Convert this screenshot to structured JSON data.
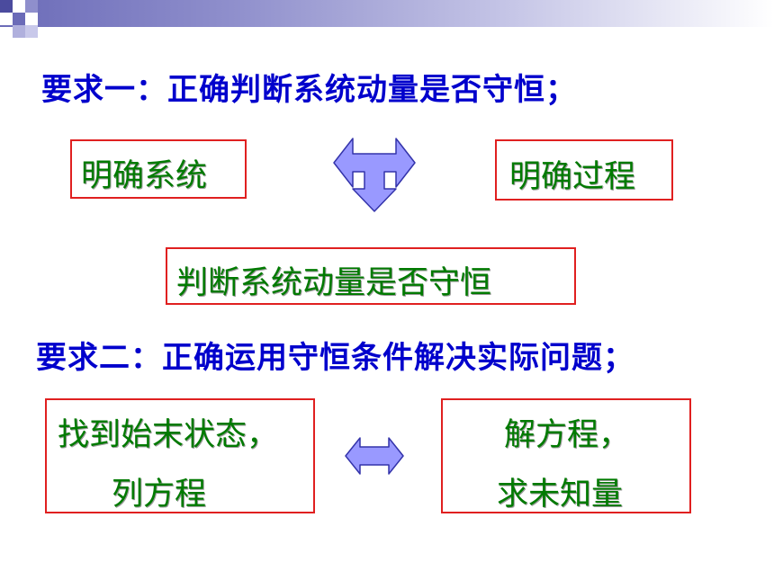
{
  "heading1": "要求一：正确判断系统动量是否守恒；",
  "box_system": "明确系统",
  "box_process": "明确过程",
  "box_judge": "判断系统动量是否守恒",
  "heading2": "要求二：正确运用守恒条件解决实际问题；",
  "box_states": {
    "line1": "找到始末状态，",
    "line2": "列方程"
  },
  "box_solve": {
    "line1": "解方程，",
    "line2": "求未知量"
  },
  "colors": {
    "heading": "#0000cc",
    "box_text": "#007a00",
    "box_border": "#e02020",
    "arrow_fill": "#9999ff",
    "arrow_stroke": "#3333aa",
    "band": "#6b6bb8"
  },
  "icons": [
    "t-junction-arrow-icon",
    "double-arrow-icon"
  ]
}
